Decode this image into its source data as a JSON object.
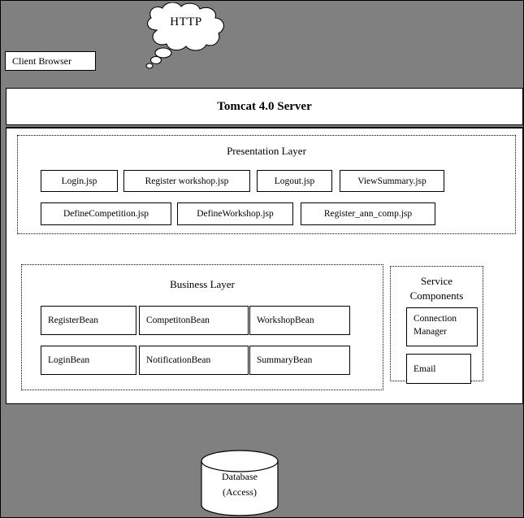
{
  "diagram": {
    "title": "Tomcat 4.0 Server",
    "background_color": "#808080",
    "node_fill": "#ffffff",
    "line_color": "#000000"
  },
  "client": {
    "label": "Client Browser"
  },
  "protocol_cloud": {
    "label": "HTTP",
    "icon": "thought-cloud-icon"
  },
  "server": {
    "title": "Tomcat 4.0 Server",
    "presentation_layer": {
      "title": "Presentation Layer",
      "row1": [
        {
          "label": "Login.jsp"
        },
        {
          "label": "Register  workshop.jsp"
        },
        {
          "label": "Logout.jsp"
        },
        {
          "label": "ViewSummary.jsp"
        }
      ],
      "row2": [
        {
          "label": "DefineCompetition.jsp"
        },
        {
          "label": "DefineWorkshop.jsp"
        },
        {
          "label": "Register_ann_comp.jsp"
        }
      ]
    },
    "business_layer": {
      "title": "Business Layer",
      "row1": [
        {
          "label": "RegisterBean"
        },
        {
          "label": "CompetitonBean"
        },
        {
          "label": "WorkshopBean"
        }
      ],
      "row2": [
        {
          "label": "LoginBean"
        },
        {
          "label": "NotificationBean"
        },
        {
          "label": "SummaryBean"
        }
      ]
    },
    "service_components": {
      "title_line1": "Service",
      "title_line2": "Components",
      "items": [
        {
          "line1": "Connection",
          "line2": "Manager"
        },
        {
          "line1": "Email",
          "line2": ""
        }
      ]
    }
  },
  "database": {
    "line1": "Database",
    "line2": "(Access)",
    "icon": "database-cylinder-icon"
  }
}
